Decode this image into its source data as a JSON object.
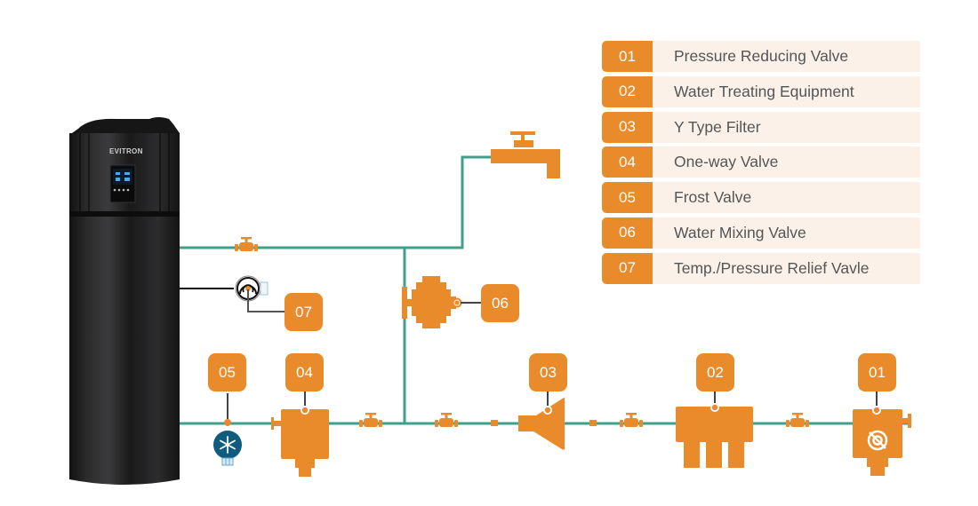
{
  "diagram": {
    "unit_brand": "EVITRON",
    "colors": {
      "accent": "#e98b2a",
      "pipe": "#3fa08c",
      "legend_bg": "#fbf1e8",
      "frost": "#0f5c7f",
      "unit": "#1f1f1f"
    },
    "legend": [
      {
        "num": "01",
        "label": "Pressure Reducing Valve"
      },
      {
        "num": "02",
        "label": "Water Treating Equipment"
      },
      {
        "num": "03",
        "label": "Y Type Filter"
      },
      {
        "num": "04",
        "label": "One-way Valve"
      },
      {
        "num": "05",
        "label": "Frost Valve"
      },
      {
        "num": "06",
        "label": "Water Mixing Valve"
      },
      {
        "num": "07",
        "label": "Temp./Pressure Relief Vavle"
      }
    ],
    "tags": [
      "01",
      "02",
      "03",
      "04",
      "05",
      "06",
      "07"
    ],
    "icons": {
      "frost": "snowflake-icon",
      "gauge": "pressure-gauge-icon",
      "faucet": "faucet-icon",
      "valve": "gate-valve-icon",
      "reducer": "pressure-reducer-icon"
    }
  }
}
